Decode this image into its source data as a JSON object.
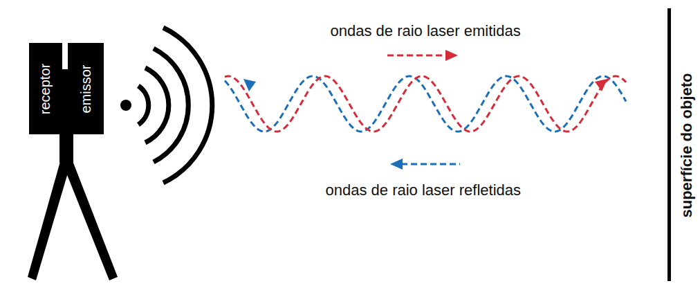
{
  "diagram": {
    "nodes": [
      {
        "text": [
          "receptor"
        ]
      },
      {
        "text": [
          "emissor"
        ]
      }
    ],
    "labels": [
      "ondas de raio laser emitidas",
      "ondas de raio laser refletidas",
      "superfície do objeto"
    ]
  }
}
